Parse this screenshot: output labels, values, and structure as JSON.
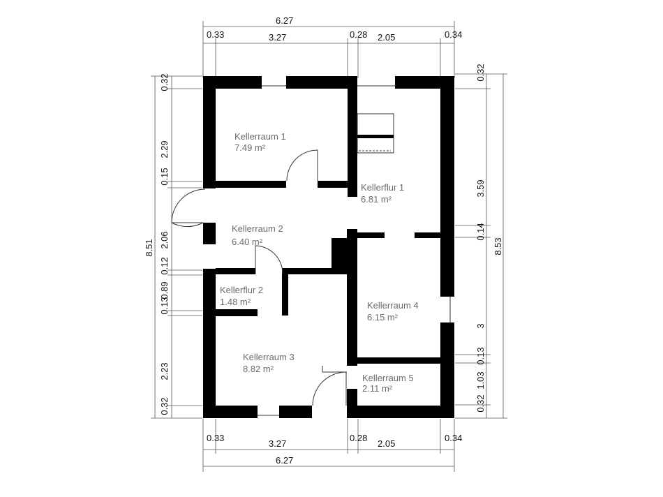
{
  "dimensions": {
    "top_total": "6.27",
    "top_segments": [
      "0.33",
      "3.27",
      "0.28",
      "2.05",
      "0.34"
    ],
    "bottom_total": "6.27",
    "bottom_segments": [
      "0.33",
      "3.27",
      "0.28",
      "2.05",
      "0.34"
    ],
    "left_total": "8.51",
    "left_segments": [
      "0.32",
      "2.29",
      "0.15",
      "2.06",
      "0.12",
      "0.89",
      "0.13",
      "2.23",
      "0.32"
    ],
    "right_total": "8.53",
    "right_segments": [
      "0.32",
      "3.59",
      "0.14",
      "3",
      "0.13",
      "1.03",
      "0.32"
    ]
  },
  "rooms": [
    {
      "name": "Kellerraum 1",
      "area": "7.49 m²"
    },
    {
      "name": "Kellerflur 1",
      "area": "6.81 m²"
    },
    {
      "name": "Kellerraum 2",
      "area": "6.40 m²"
    },
    {
      "name": "Kellerflur 2",
      "area": "1.48 m²"
    },
    {
      "name": "Kellerraum 4",
      "area": "6.15 m²"
    },
    {
      "name": "Kellerraum 3",
      "area": "8.82 m²"
    },
    {
      "name": "Kellerraum 5",
      "area": "2.11 m²"
    }
  ]
}
